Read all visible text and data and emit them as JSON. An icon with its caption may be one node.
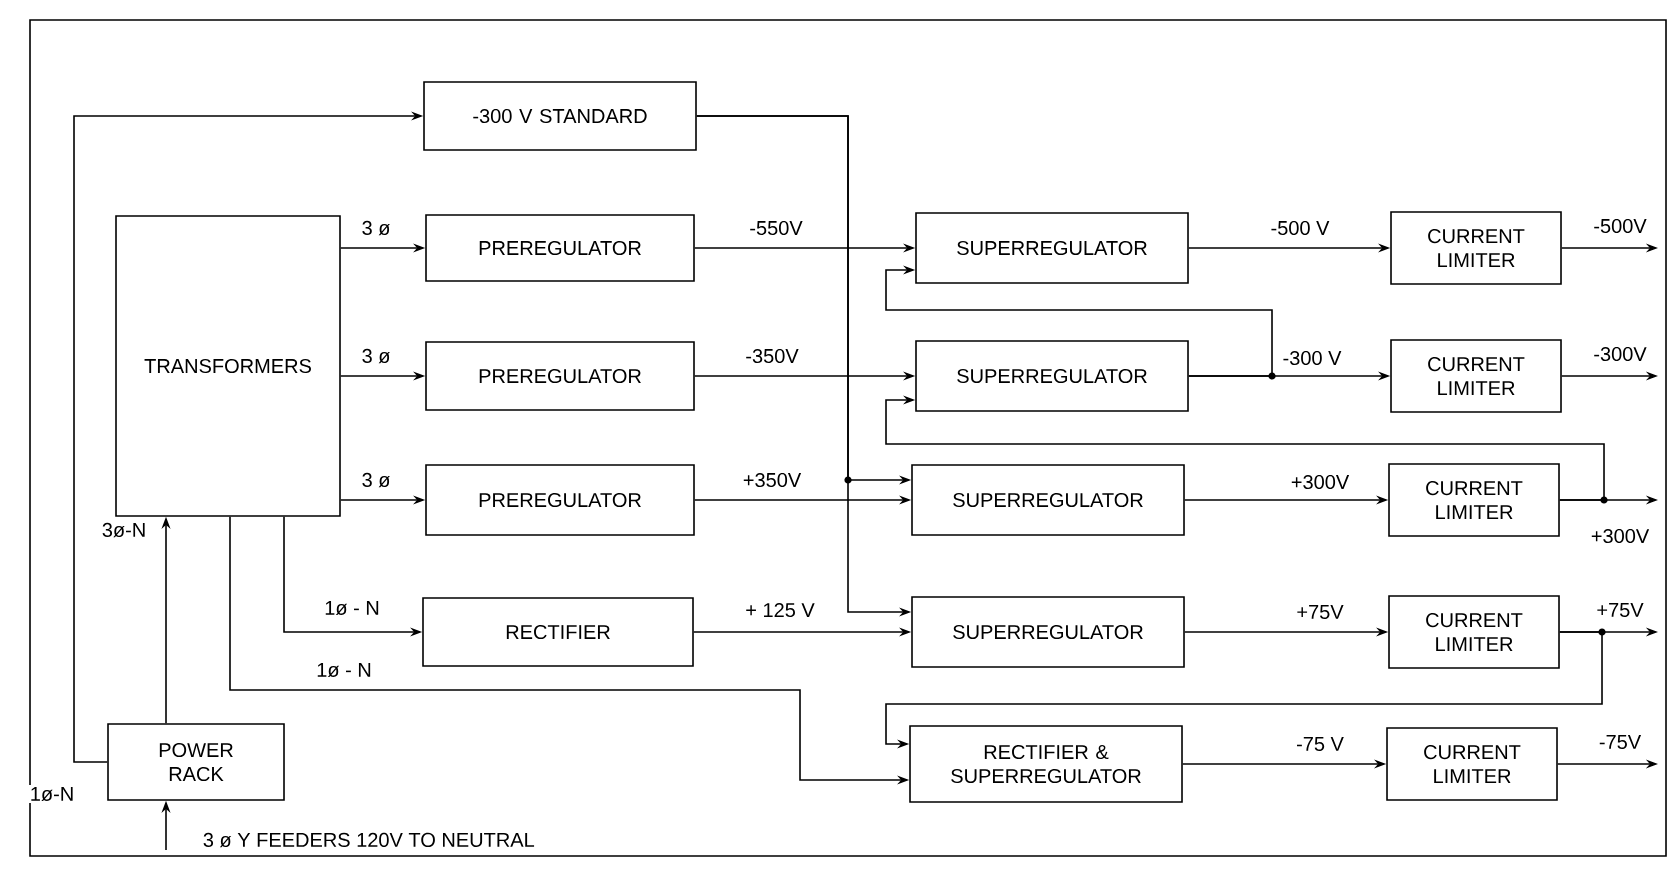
{
  "diagram": {
    "nodes": [
      {
        "text": [
          "-300 V STANDARD"
        ]
      },
      {
        "text": [
          "TRANSFORMERS"
        ]
      },
      {
        "text": [
          "PREREGULATOR"
        ]
      },
      {
        "text": [
          "PREREGULATOR"
        ]
      },
      {
        "text": [
          "PREREGULATOR"
        ]
      },
      {
        "text": [
          "RECTIFIER"
        ]
      },
      {
        "text": [
          "POWER RACK"
        ]
      },
      {
        "text": [
          "SUPERREGULATOR"
        ]
      },
      {
        "text": [
          "SUPERREGULATOR"
        ]
      },
      {
        "text": [
          "SUPERREGULATOR"
        ]
      },
      {
        "text": [
          "SUPERREGULATOR"
        ]
      },
      {
        "text": [
          "RECTIFIER & SUPERREGULATOR"
        ]
      },
      {
        "text": [
          "CURRENT LIMITER"
        ]
      },
      {
        "text": [
          "CURRENT LIMITER"
        ]
      },
      {
        "text": [
          "CURRENT LIMITER"
        ]
      },
      {
        "text": [
          "CURRENT LIMITER"
        ]
      },
      {
        "text": [
          "CURRENT LIMITER"
        ]
      }
    ],
    "edges": [
      {
        "from": 1,
        "to": 2,
        "arrow": "to",
        "label": "3 ø"
      },
      {
        "from": 1,
        "to": 3,
        "arrow": "to",
        "label": "3 ø"
      },
      {
        "from": 1,
        "to": 4,
        "arrow": "to",
        "label": "3 ø"
      },
      {
        "from": 1,
        "to": 5,
        "arrow": "to",
        "label": "1ø - N"
      },
      {
        "from": 1,
        "to": 11,
        "arrow": "to",
        "label": "1ø - N"
      },
      {
        "from": 6,
        "to": 1,
        "arrow": "to",
        "label": "3ø-N"
      },
      {
        "from": 6,
        "to": 0,
        "arrow": "to",
        "label": "1ø-N"
      },
      {
        "from": null,
        "to": 6,
        "arrow": "to",
        "label": "3 ø Y FEEDERS 120V TO NEUTRAL"
      },
      {
        "from": 2,
        "to": 7,
        "arrow": "to",
        "label": "-550V"
      },
      {
        "from": 3,
        "to": 8,
        "arrow": "to",
        "label": "-350V"
      },
      {
        "from": 4,
        "to": 9,
        "arrow": "to",
        "label": "+350V"
      },
      {
        "from": 5,
        "to": 10,
        "arrow": "to",
        "label": "+ 125 V"
      },
      {
        "from": 0,
        "to": 9,
        "arrow": "to"
      },
      {
        "from": 0,
        "to": 10,
        "arrow": "to"
      },
      {
        "from": 8,
        "to": 7,
        "arrow": "to"
      },
      {
        "from": 14,
        "to": 8,
        "arrow": "to"
      },
      {
        "from": 15,
        "to": 11,
        "arrow": "to"
      },
      {
        "from": 7,
        "to": 12,
        "arrow": "to",
        "label": "-500 V"
      },
      {
        "from": 8,
        "to": 13,
        "arrow": "to",
        "label": "-300 V"
      },
      {
        "from": 9,
        "to": 14,
        "arrow": "to",
        "label": "+300V"
      },
      {
        "from": 10,
        "to": 15,
        "arrow": "to",
        "label": "+75V"
      },
      {
        "from": 11,
        "to": 16,
        "arrow": "to",
        "label": "-75 V"
      },
      {
        "from": 12,
        "to": null,
        "arrow": "to",
        "label": "-500V"
      },
      {
        "from": 13,
        "to": null,
        "arrow": "to",
        "label": "-300V"
      },
      {
        "from": 14,
        "to": null,
        "arrow": "to",
        "label": "+300V"
      },
      {
        "from": 15,
        "to": null,
        "arrow": "to",
        "label": "+75V"
      },
      {
        "from": 16,
        "to": null,
        "arrow": "to",
        "label": "-75V"
      }
    ]
  }
}
